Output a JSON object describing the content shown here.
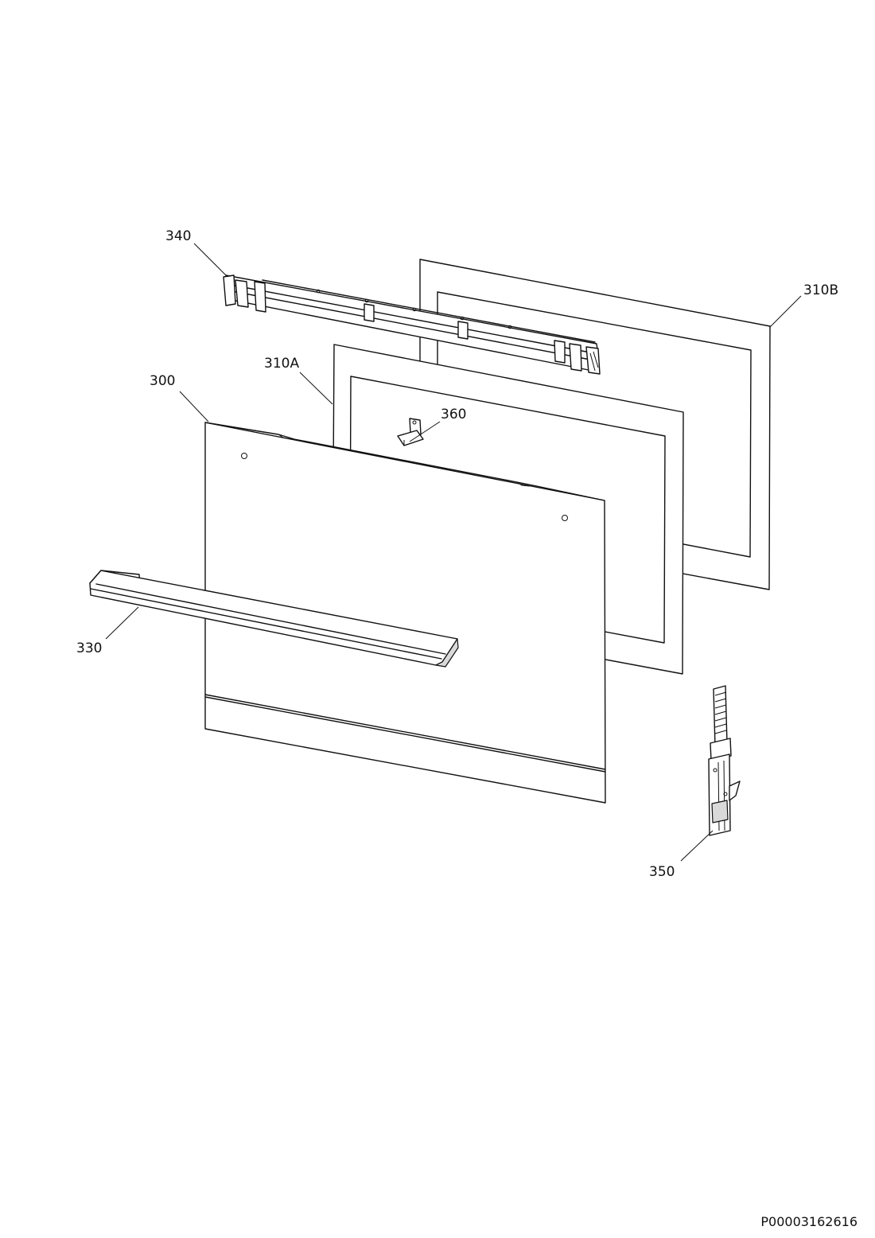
{
  "labels": {
    "p300": "300",
    "p310a": "310A",
    "p310b": "310B",
    "p330": "330",
    "p340": "340",
    "p350": "350",
    "p360": "360"
  },
  "document_number": "P00003162616"
}
